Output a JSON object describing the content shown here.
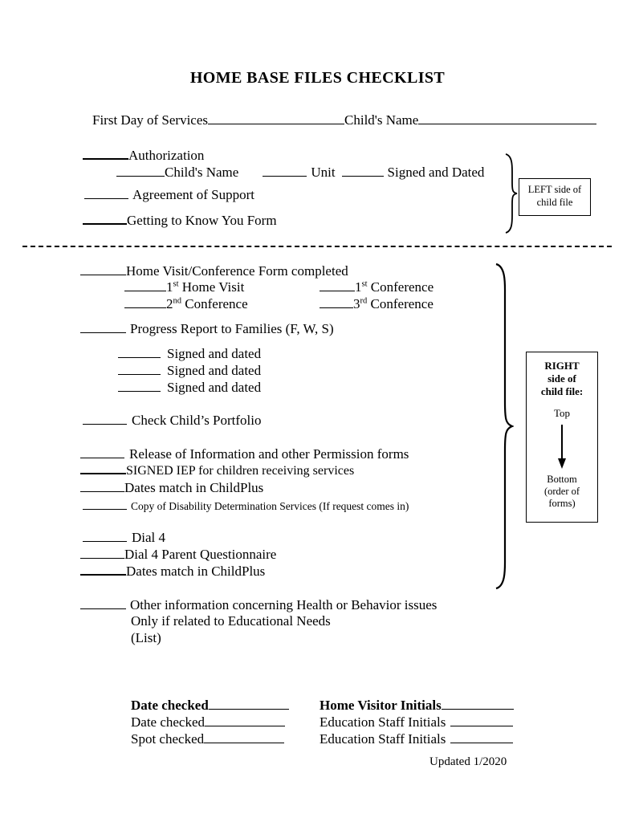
{
  "page": {
    "title": "HOME BASE FILES CHECKLIST",
    "updated": "Updated 1/2020"
  },
  "header": {
    "first_day_label": "First Day of Services",
    "child_name_label": "Child's Name"
  },
  "left_section": {
    "authorization": "Authorization",
    "childs_name": "Child's Name",
    "unit": "Unit",
    "signed_dated": "Signed and Dated",
    "agreement": "Agreement of Support",
    "getting_to_know": "Getting to Know You Form",
    "side_box": {
      "line1": "LEFT side of",
      "line2": "child file"
    }
  },
  "right_section": {
    "home_visit": "Home Visit/Conference Form completed",
    "visits": [
      {
        "ord": "1",
        "sup": "st",
        "label": " Home Visit"
      },
      {
        "ord": "1",
        "sup": "st",
        "label": " Conference"
      },
      {
        "ord": "2",
        "sup": "nd",
        "label": " Conference"
      },
      {
        "ord": "3",
        "sup": "rd",
        "label": " Conference"
      }
    ],
    "progress_report": "Progress Report to Families (F, W, S)",
    "signed_dated": "Signed and dated",
    "portfolio": "Check Child’s Portfolio",
    "release": "Release of Information and other Permission forms",
    "iep": "SIGNED IEP for children receiving services",
    "dates_match": "Dates match in ChildPlus",
    "disability": "Copy of Disability Determination Services (If request comes in)",
    "dial4": "Dial 4",
    "dial4_questionnaire": "Dial 4 Parent Questionnaire",
    "dates_match2": "Dates match in ChildPlus",
    "other_info": "Other information concerning Health or Behavior issues",
    "other_info2": "Only if related to Educational Needs",
    "other_info3": "(List)",
    "side_box": {
      "title1": "RIGHT",
      "title2": "side of",
      "title3": "child file:",
      "top": "Top",
      "bottom1": "Bottom",
      "bottom2": "(order of",
      "bottom3": "forms)"
    }
  },
  "footer": {
    "row1_left": "Date checked",
    "row1_right": "Home Visitor Initials",
    "row2_left": "Date checked",
    "row2_right": "Education Staff Initials",
    "row3_left": "Spot checked",
    "row3_right": "Education Staff Initials"
  }
}
